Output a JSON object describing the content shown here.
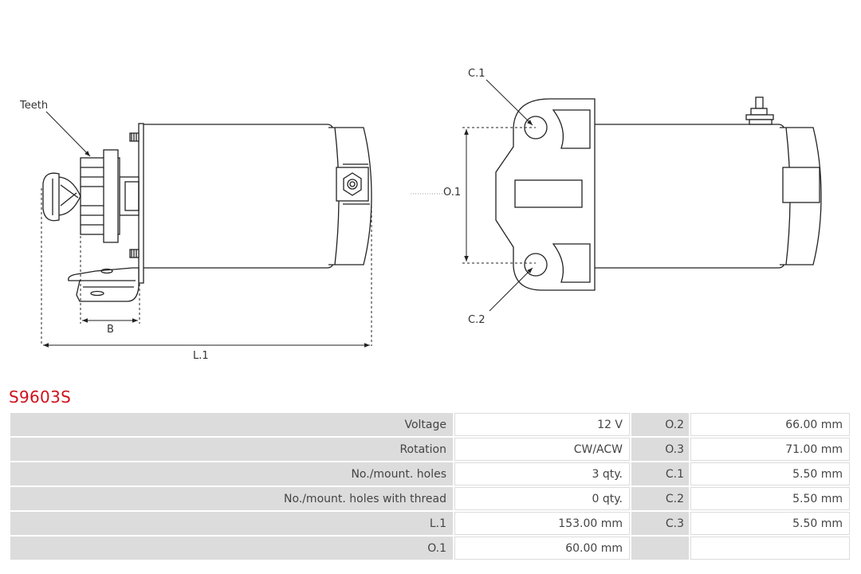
{
  "drawing": {
    "labels": {
      "teeth": "Teeth",
      "b": "B",
      "l1": "L.1",
      "o1": "O.1",
      "c1": "C.1",
      "c2": "C.2"
    }
  },
  "product": {
    "code": "S9603S"
  },
  "specs": {
    "rows": [
      {
        "label": "Voltage",
        "value": "12 V",
        "label2": "O.2",
        "value2": "66.00 mm"
      },
      {
        "label": "Rotation",
        "value": "CW/ACW",
        "label2": "O.3",
        "value2": "71.00 mm"
      },
      {
        "label": "No./mount. holes",
        "value": "3 qty.",
        "label2": "C.1",
        "value2": "5.50 mm"
      },
      {
        "label": "No./mount. holes with thread",
        "value": "0 qty.",
        "label2": "C.2",
        "value2": "5.50 mm"
      },
      {
        "label": "L.1",
        "value": "153.00 mm",
        "label2": "C.3",
        "value2": "5.50 mm"
      },
      {
        "label": "O.1",
        "value": "60.00 mm",
        "label2": "",
        "value2": ""
      }
    ]
  }
}
